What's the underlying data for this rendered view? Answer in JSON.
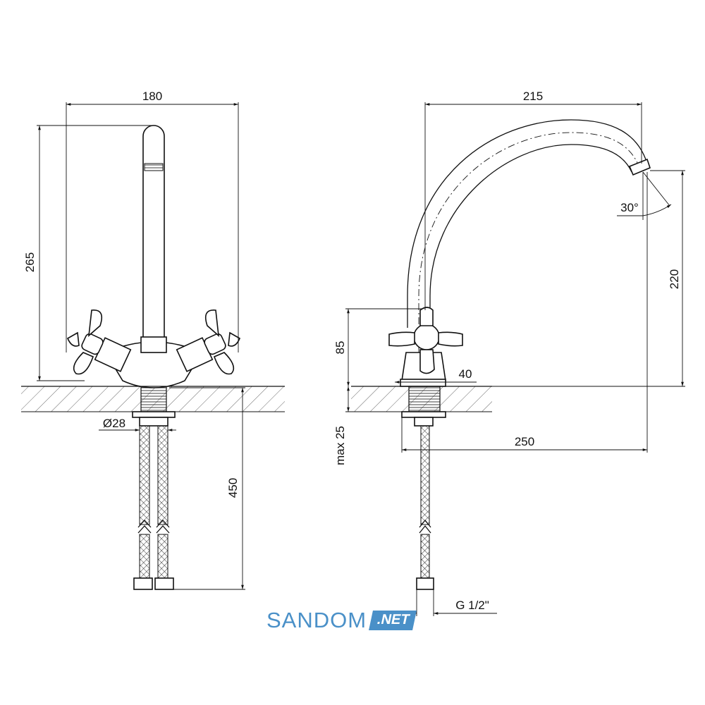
{
  "front_view": {
    "width_label": "180",
    "height_label": "265",
    "diameter_label": "Ø28",
    "hose_length_label": "450"
  },
  "side_view": {
    "reach_label": "215",
    "angle_label": "30°",
    "height_label": "220",
    "handle_height_label": "85",
    "base_label": "40",
    "overall_label": "250",
    "thickness_label": "max 25",
    "thread_label": "G 1/2\""
  },
  "brand": {
    "name": "SANDOM",
    "suffix": ".NET",
    "color": "#4a90c8"
  }
}
